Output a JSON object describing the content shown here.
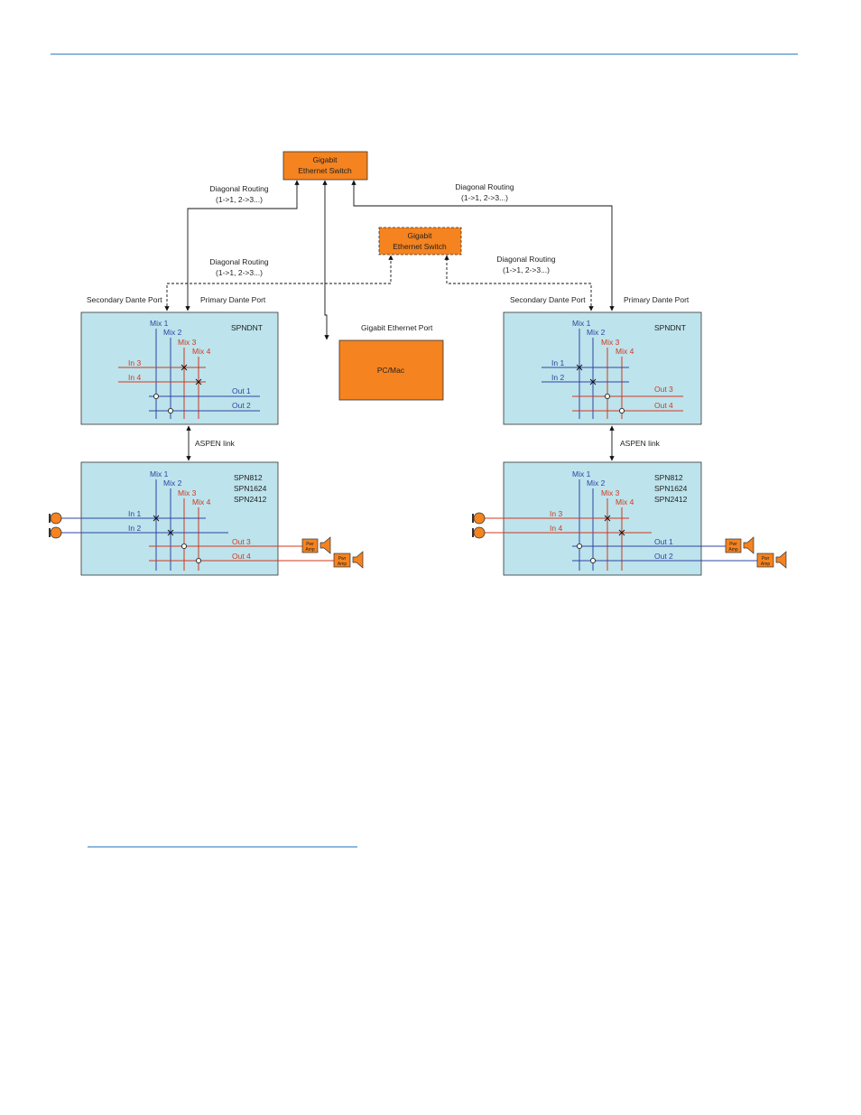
{
  "colors": {
    "blue_line": "#2f45a3",
    "red_line": "#d03a1e",
    "box_fill": "#bde3ec",
    "orange": "#f5831f",
    "header_rule": "#1e6fbf"
  },
  "switches": {
    "main": [
      "Gigabit",
      "Ethernet Switch"
    ],
    "secondary": [
      "Gigabit",
      "Ethernet Switch"
    ]
  },
  "routing": {
    "line1": "Diagonal Routing",
    "line2": "(1->1, 2->3...)"
  },
  "ports": {
    "secondary": "Secondary Dante Port",
    "primary": "Primary Dante Port",
    "gigabit": "Gigabit Ethernet Port"
  },
  "pc": "PC/Mac",
  "aspen_link": "ASPEN link",
  "spndnt_title": "SPNDNT",
  "spn_models": [
    "SPN812",
    "SPN1624",
    "SPN2412"
  ],
  "mixes": [
    "Mix 1",
    "Mix 2",
    "Mix 3",
    "Mix 4"
  ],
  "ins": {
    "in1": "In 1",
    "in2": "In 2",
    "in3": "In 3",
    "in4": "In 4"
  },
  "outs": {
    "out1": "Out 1",
    "out2": "Out 2",
    "out3": "Out 3",
    "out4": "Out 4"
  },
  "amp": [
    "Pwr",
    "Amp"
  ]
}
